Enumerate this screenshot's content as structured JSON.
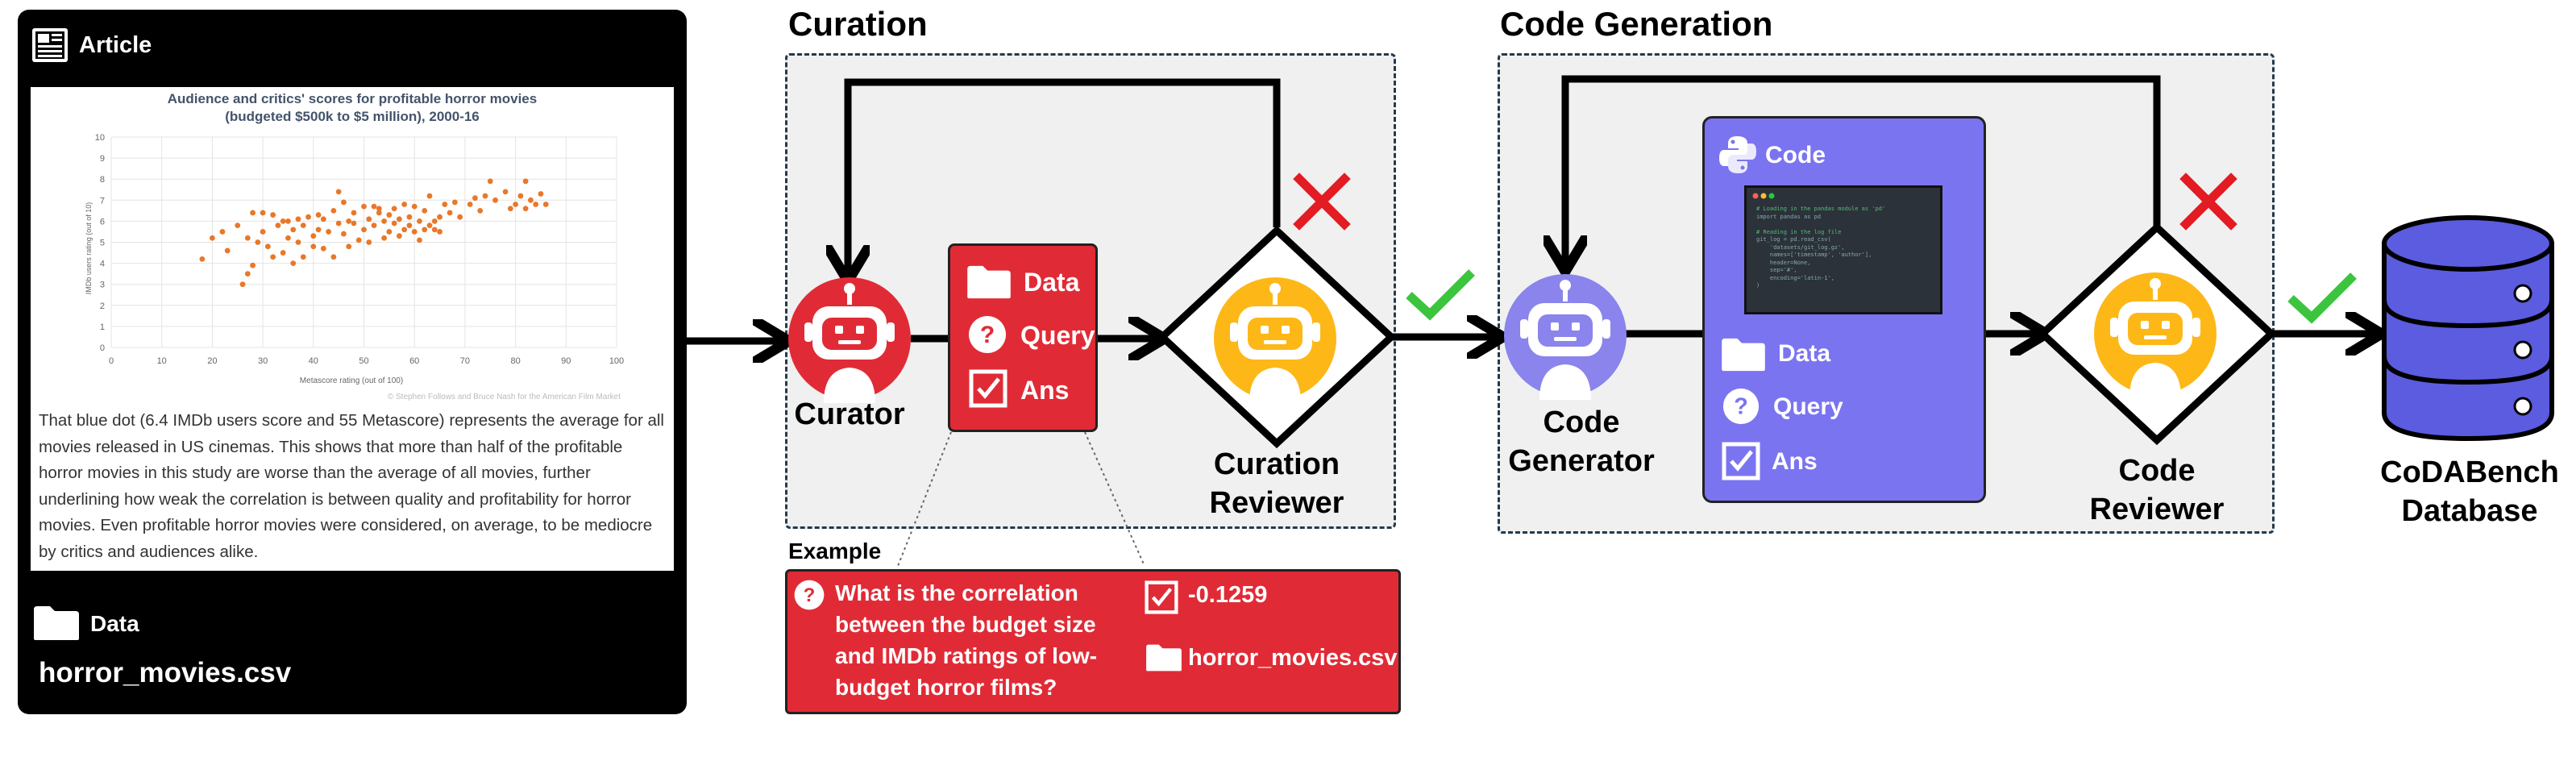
{
  "article": {
    "header": "Article",
    "chart_title_line1": "Audience and critics' scores for profitable horror movies",
    "chart_title_line2": "(budgeted $500k to $5 million), 2000-16",
    "ylabel": "IMDb users rating (out of 10)",
    "xlabel": "Metascore rating (out of 100)",
    "credit": "© Stephen Follows and Bruce Nash for the American Film Market",
    "body": "That blue dot (6.4 IMDb users score and 55 Metascore) represents the average for all movies released in US cinemas. This shows that more than half of the profitable horror movies in this study are worse than the average of all movies, further underlining how weak the correlation is between quality and profitability for horror movies. Even profitable horror movies were considered, on average, to be mediocre by critics and audiences alike.",
    "data_label": "Data",
    "filename": "horror_movies.csv"
  },
  "chart_data": {
    "type": "scatter",
    "title": "Audience and critics' scores for profitable horror movies (budgeted $500k to $5 million), 2000-16",
    "xlabel": "Metascore rating (out of 100)",
    "ylabel": "IMDb users rating (out of 10)",
    "xlim": [
      0,
      100
    ],
    "ylim": [
      0,
      10
    ],
    "xticks": [
      0,
      10,
      20,
      30,
      40,
      50,
      60,
      70,
      80,
      90,
      100
    ],
    "yticks": [
      0,
      1,
      2,
      3,
      4,
      5,
      6,
      7,
      8,
      9,
      10
    ],
    "color": "#e8782a",
    "points": [
      [
        18,
        4.2
      ],
      [
        20,
        5.2
      ],
      [
        22,
        5.5
      ],
      [
        23,
        4.6
      ],
      [
        25,
        5.8
      ],
      [
        26,
        3.0
      ],
      [
        27,
        3.5
      ],
      [
        27,
        5.2
      ],
      [
        28,
        6.4
      ],
      [
        28,
        3.9
      ],
      [
        29,
        5.0
      ],
      [
        30,
        5.5
      ],
      [
        30,
        6.4
      ],
      [
        31,
        4.8
      ],
      [
        32,
        6.3
      ],
      [
        32,
        4.3
      ],
      [
        33,
        5.8
      ],
      [
        34,
        4.5
      ],
      [
        34,
        6.0
      ],
      [
        35,
        5.2
      ],
      [
        35,
        6.0
      ],
      [
        36,
        5.6
      ],
      [
        36,
        4.0
      ],
      [
        37,
        6.1
      ],
      [
        37,
        5.0
      ],
      [
        38,
        5.8
      ],
      [
        38,
        4.3
      ],
      [
        39,
        6.2
      ],
      [
        40,
        5.3
      ],
      [
        40,
        4.8
      ],
      [
        41,
        6.3
      ],
      [
        41,
        5.6
      ],
      [
        42,
        4.7
      ],
      [
        42,
        6.1
      ],
      [
        43,
        5.5
      ],
      [
        44,
        6.5
      ],
      [
        44,
        4.3
      ],
      [
        45,
        5.9
      ],
      [
        45,
        7.4
      ],
      [
        46,
        5.4
      ],
      [
        46,
        6.9
      ],
      [
        47,
        4.8
      ],
      [
        47,
        6.0
      ],
      [
        48,
        5.9
      ],
      [
        48,
        6.4
      ],
      [
        49,
        5.1
      ],
      [
        50,
        6.7
      ],
      [
        50,
        5.6
      ],
      [
        51,
        6.1
      ],
      [
        51,
        5.0
      ],
      [
        52,
        6.7
      ],
      [
        52,
        5.8
      ],
      [
        53,
        6.4
      ],
      [
        53,
        6.6
      ],
      [
        54,
        5.2
      ],
      [
        54,
        6.0
      ],
      [
        55,
        5.5
      ],
      [
        55,
        6.3
      ],
      [
        56,
        5.9
      ],
      [
        56,
        6.6
      ],
      [
        57,
        5.3
      ],
      [
        57,
        6.1
      ],
      [
        58,
        5.6
      ],
      [
        58,
        6.8
      ],
      [
        59,
        6.2
      ],
      [
        59,
        5.8
      ],
      [
        60,
        5.5
      ],
      [
        60,
        6.7
      ],
      [
        61,
        6.0
      ],
      [
        61,
        5.1
      ],
      [
        62,
        5.6
      ],
      [
        62,
        6.5
      ],
      [
        63,
        5.8
      ],
      [
        63,
        7.2
      ],
      [
        64,
        5.6
      ],
      [
        64,
        6.0
      ],
      [
        65,
        6.2
      ],
      [
        65,
        5.5
      ],
      [
        66,
        6.8
      ],
      [
        67,
        6.4
      ],
      [
        68,
        6.9
      ],
      [
        69,
        6.2
      ],
      [
        71,
        6.8
      ],
      [
        72,
        7.1
      ],
      [
        73,
        6.5
      ],
      [
        74,
        7.2
      ],
      [
        75,
        7.9
      ],
      [
        76,
        7.0
      ],
      [
        78,
        7.4
      ],
      [
        79,
        6.6
      ],
      [
        80,
        6.8
      ],
      [
        81,
        7.2
      ],
      [
        82,
        7.9
      ],
      [
        82,
        6.6
      ],
      [
        83,
        7.0
      ],
      [
        84,
        6.8
      ],
      [
        85,
        7.3
      ],
      [
        86,
        6.8
      ]
    ]
  },
  "curation": {
    "title": "Curation",
    "curator_label": "Curator",
    "card_data": "Data",
    "card_query": "Query",
    "card_ans": "Ans",
    "reviewer_line1": "Curation",
    "reviewer_line2": "Reviewer"
  },
  "example": {
    "label": "Example",
    "question": "What is the correlation between the budget size and IMDb ratings of low-budget horror films?",
    "answer": "-0.1259",
    "file": "horror_movies.csv"
  },
  "code_generation": {
    "title": "Code Generation",
    "generator_line1": "Code",
    "generator_line2": "Generator",
    "code_header": "Code",
    "code_lines": [
      "# Loading in the pandas module as 'pd'",
      "import pandas as pd",
      "",
      "# Reading in the log file",
      "git_log = pd.read_csv(",
      "    'datasets/git_log.gz',",
      "    names=['timestamp', 'author'],",
      "    header=None,",
      "    sep='#',",
      "    encoding='latin-1',",
      ")"
    ],
    "card_data": "Data",
    "card_query": "Query",
    "card_ans": "Ans",
    "reviewer_line1": "Code",
    "reviewer_line2": "Reviewer"
  },
  "database": {
    "line1": "CoDABench",
    "line2": "Database"
  },
  "colors": {
    "red": "#e02b36",
    "purple": "#7b74f0",
    "robot_red": "#e02b36",
    "robot_yellow": "#fdb817",
    "robot_purple": "#8a84ec",
    "check_green": "#3cc43f",
    "db_blue": "#5b5ce0"
  }
}
